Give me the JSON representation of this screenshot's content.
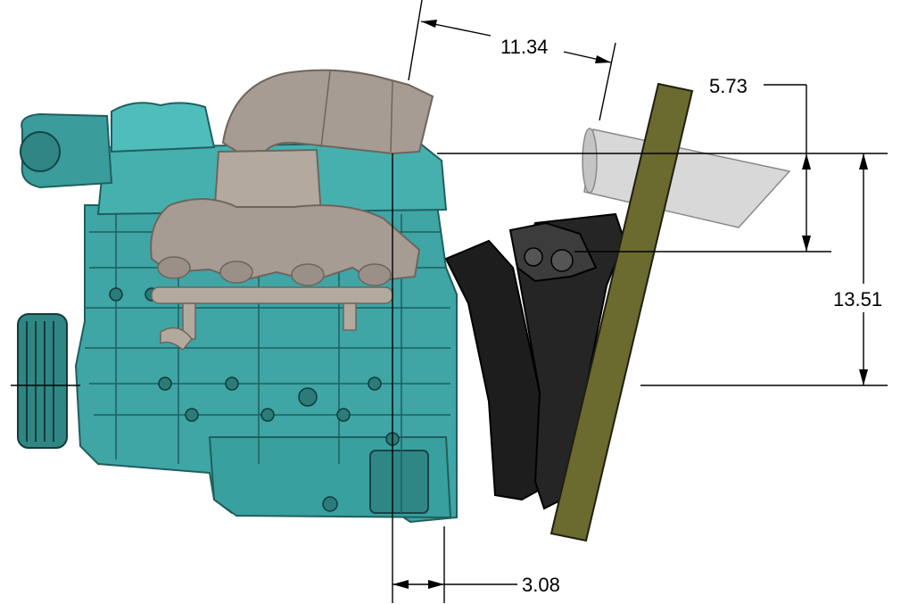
{
  "dimensions": {
    "d1": "11.34",
    "d2": "5.73",
    "d3": "13.51",
    "d4": "3.08"
  },
  "colors": {
    "engine_block": "#3fa5a5",
    "engine_dark": "#1f5f5f",
    "manifold": "#a69c93",
    "manifold_dark": "#6e655d",
    "firewall_plate": "#6b6a2f",
    "firewall_dark": "#3a3918",
    "transmission_black": "#1d1d1d",
    "pipe_silver": "#d8d8d8"
  },
  "icons": {
    "engine": "engine-assembly-icon",
    "manifold": "exhaust-manifold-icon",
    "plate": "firewall-plate-icon",
    "bracket": "mount-bracket-icon",
    "pipe": "exhaust-pipe-icon"
  }
}
